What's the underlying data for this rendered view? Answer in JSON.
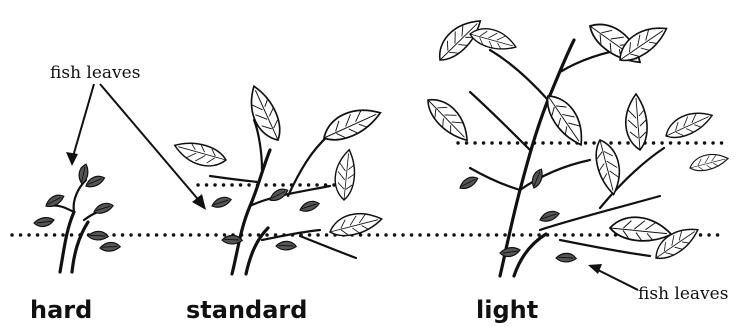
{
  "labels": {
    "fish_leaves_top": "fish leaves",
    "fish_leaves_bottom": "fish leaves",
    "hard": "hard",
    "standard": "standard",
    "light": "light"
  }
}
